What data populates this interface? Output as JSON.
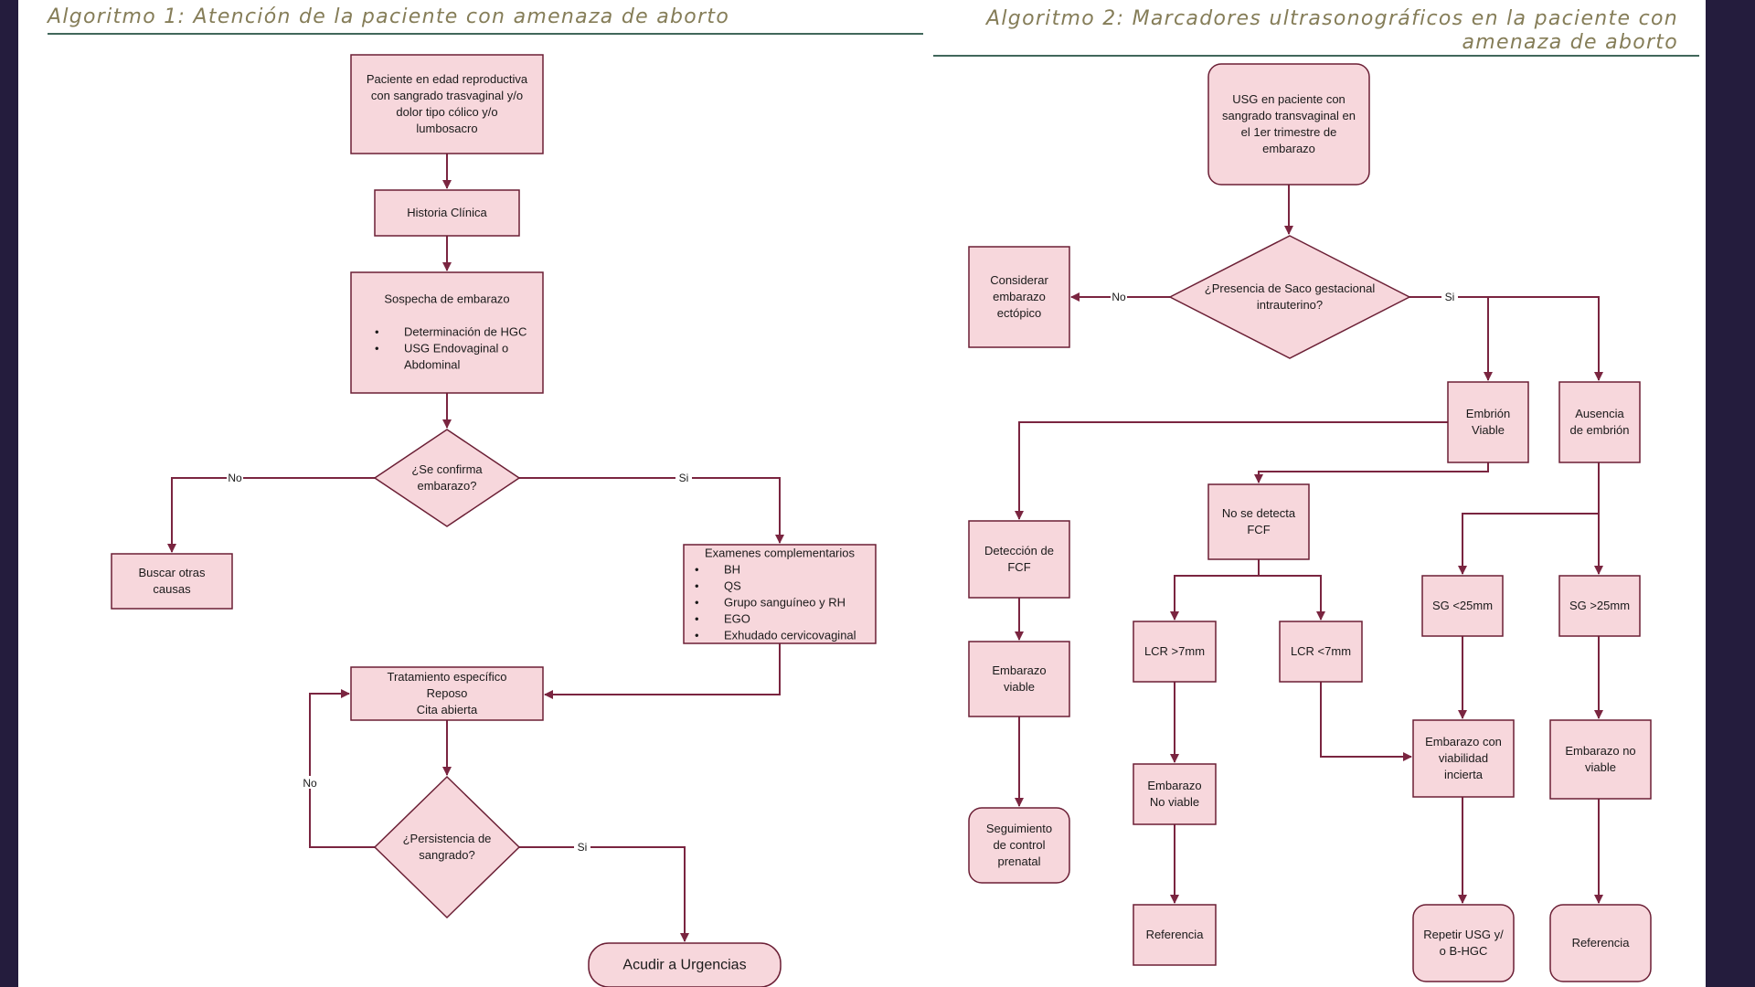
{
  "titles": {
    "algo1": "Algoritmo 1: Atención de la paciente con amenaza de aborto",
    "algo2": "Algoritmo 2: Marcadores ultrasonográficos en la paciente con amenaza de aborto"
  },
  "colors": {
    "node_fill": "#f7d7dc",
    "node_stroke": "#6b1f35",
    "edge": "#7a2540",
    "title": "#857d58",
    "rule": "#41675b"
  },
  "algo1": {
    "nodes": [
      {
        "id": "inicio",
        "lines": [
          "Paciente en edad reproductiva",
          "con sangrado trasvaginal y/o",
          "dolor tipo cólico y/o",
          "lumbosacro"
        ]
      },
      {
        "id": "historia",
        "lines": [
          "Historia Clínica"
        ]
      },
      {
        "id": "sospecha",
        "lines": [
          "Sospecha de embarazo"
        ],
        "bullets": [
          [
            "Determinación de HGC"
          ],
          [
            "USG Endovaginal o",
            "Abdominal"
          ]
        ]
      },
      {
        "id": "confirma",
        "lines": [
          "¿Se confirma",
          "embarazo?"
        ]
      },
      {
        "id": "buscar",
        "lines": [
          "Buscar otras",
          "causas"
        ]
      },
      {
        "id": "examenes",
        "lines": [
          "Examenes complementarios"
        ],
        "bullets": [
          [
            "BH"
          ],
          [
            "QS"
          ],
          [
            "Grupo sanguíneo y RH"
          ],
          [
            "EGO"
          ],
          [
            "Exhudado cervicovaginal"
          ]
        ]
      },
      {
        "id": "tratamiento",
        "lines": [
          "Tratamiento específico",
          "Reposo",
          "Cita abierta"
        ]
      },
      {
        "id": "persistencia",
        "lines": [
          "¿Persistencia de",
          "sangrado?"
        ]
      },
      {
        "id": "urgencias",
        "lines": [
          "Acudir a Urgencias"
        ]
      }
    ],
    "edge_labels": {
      "confirma_no": "No",
      "confirma_si": "Si",
      "persist_no": "No",
      "persist_si": "Si"
    }
  },
  "algo2": {
    "nodes": [
      {
        "id": "usg",
        "lines": [
          "USG en paciente con",
          "sangrado transvaginal en",
          "el 1er trimestre de",
          "embarazo"
        ]
      },
      {
        "id": "saco",
        "lines": [
          "¿Presencia de Saco gestacional",
          "intrauterino?"
        ]
      },
      {
        "id": "ectopico",
        "lines": [
          "Considerar",
          "embarazo",
          "ectópico"
        ]
      },
      {
        "id": "embrion_viable",
        "lines": [
          "Embrión",
          "Viable"
        ]
      },
      {
        "id": "ausencia",
        "lines": [
          "Ausencia",
          "de embrión"
        ]
      },
      {
        "id": "deteccion",
        "lines": [
          "Detección de",
          "FCF"
        ]
      },
      {
        "id": "no_fcf",
        "lines": [
          "No se detecta",
          "FCF"
        ]
      },
      {
        "id": "viable",
        "lines": [
          "Embarazo",
          "viable"
        ]
      },
      {
        "id": "seguimiento",
        "lines": [
          "Seguimiento",
          "de control",
          "prenatal"
        ]
      },
      {
        "id": "lcr_mayor",
        "lines": [
          "LCR >7mm"
        ]
      },
      {
        "id": "lcr_menor",
        "lines": [
          "LCR <7mm"
        ]
      },
      {
        "id": "no_viable",
        "lines": [
          "Embarazo",
          "No viable"
        ]
      },
      {
        "id": "referencia1",
        "lines": [
          "Referencia"
        ]
      },
      {
        "id": "sg_menor",
        "lines": [
          "SG <25mm"
        ]
      },
      {
        "id": "sg_mayor",
        "lines": [
          "SG >25mm"
        ]
      },
      {
        "id": "incierta",
        "lines": [
          "Embarazo con",
          "viabilidad",
          "incierta"
        ]
      },
      {
        "id": "no_viable2",
        "lines": [
          "Embarazo no",
          "viable"
        ]
      },
      {
        "id": "repetir",
        "lines": [
          "Repetir USG y/",
          "o B-HGC"
        ]
      },
      {
        "id": "referencia2",
        "lines": [
          "Referencia"
        ]
      }
    ],
    "edge_labels": {
      "saco_no": "No",
      "saco_si": "Si"
    }
  }
}
